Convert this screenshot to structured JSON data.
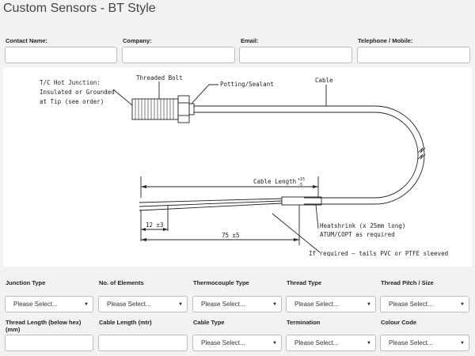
{
  "page": {
    "title": "Custom Sensors - BT Style"
  },
  "contact": {
    "contact_name_label": "Contact Name:",
    "company_label": "Company:",
    "email_label": "Email:",
    "telephone_label": "Telephone / Mobile:"
  },
  "diagram": {
    "hot_junction_line1": "T/C Hot Junction:",
    "hot_junction_line2": "Insulated or Grounded",
    "hot_junction_line3": "at Tip (see order)",
    "threaded_bolt": "Threaded Bolt",
    "potting_sealant": "Potting/Sealant",
    "cable": "Cable",
    "cable_length": "Cable Length",
    "cable_length_tol_plus": "+15",
    "cable_length_tol_minus": "-5",
    "dim_12": "12 ±3",
    "dim_75": "75 ±5",
    "heatshrink_line1": "Heatshrink (x 25mm long)",
    "heatshrink_line2": "ATUM/COPT as required",
    "tails_note": "If required – tails PVC or PTFE sleeved"
  },
  "form": {
    "junction_type_label": "Junction Type",
    "no_elements_label": "No. of Elements",
    "thermocouple_type_label": "Thermocouple Type",
    "thread_type_label": "Thread Type",
    "thread_pitch_label": "Thread Pitch / Size",
    "thread_length_label": "Thread Length (below hex) (mm)",
    "cable_length_label": "Cable Length (mtr)",
    "cable_type_label": "Cable Type",
    "termination_label": "Termination",
    "colour_code_label": "Colour Code",
    "select_placeholder": "Please Select...",
    "arrow_icon": "▼"
  }
}
